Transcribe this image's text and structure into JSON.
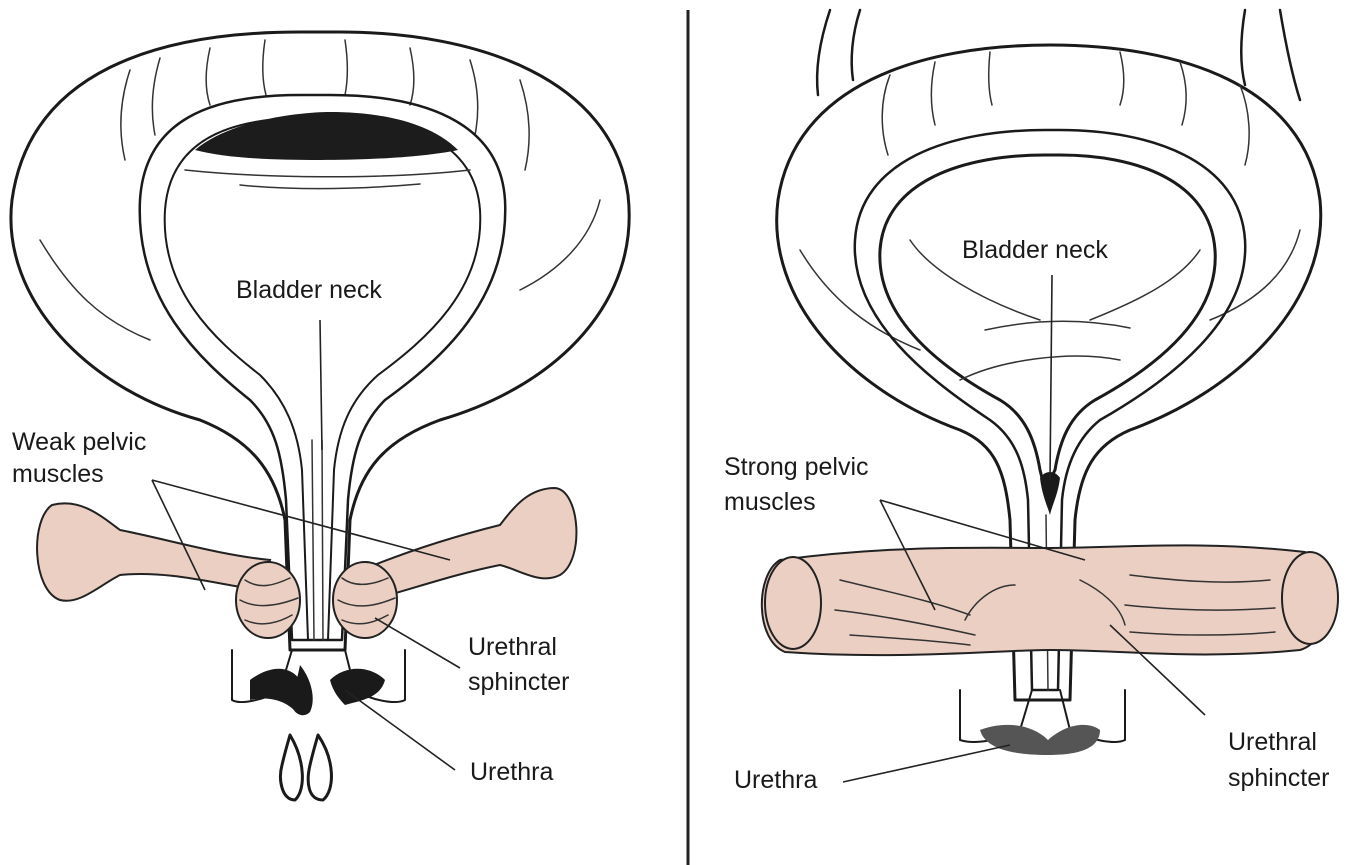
{
  "left_panel": {
    "bladder_neck_label": "Bladder neck",
    "pelvic_label_line1": "Weak pelvic",
    "pelvic_label_line2": "muscles",
    "sphincter_label_line1": "Urethral",
    "sphincter_label_line2": "sphincter",
    "urethra_label": "Urethra"
  },
  "right_panel": {
    "bladder_neck_label": "Bladder neck",
    "pelvic_label_line1": "Strong pelvic",
    "pelvic_label_line2": "muscles",
    "sphincter_label_line1": "Urethral",
    "sphincter_label_line2": "sphincter",
    "urethra_label": "Urethra"
  },
  "colors": {
    "muscle_fill": "#ebcfc3",
    "ink": "#1a1a1a",
    "background": "#ffffff"
  }
}
